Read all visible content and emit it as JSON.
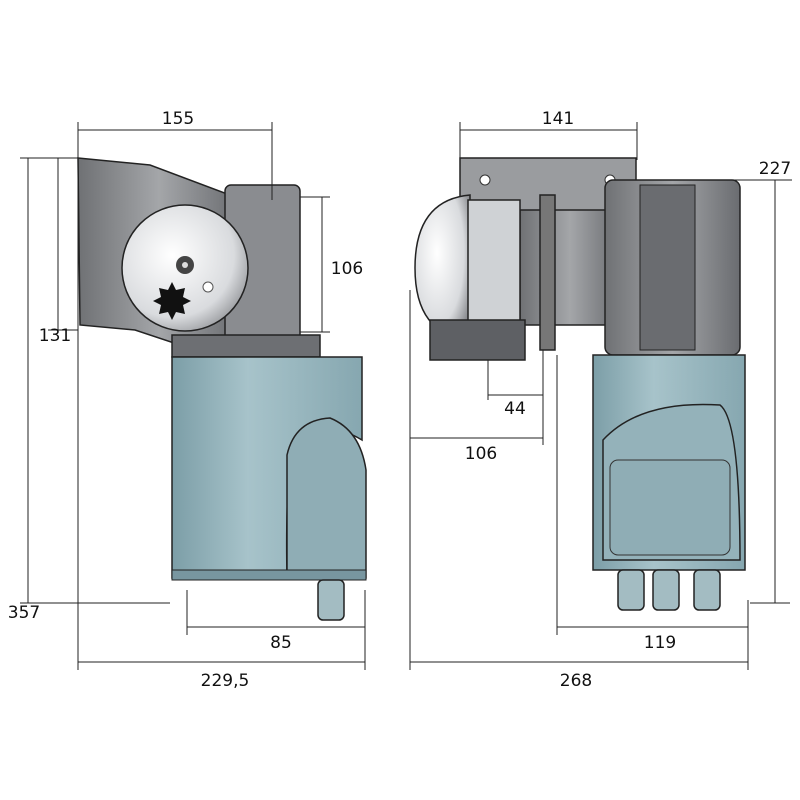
{
  "title": "Windlass dimension drawing",
  "colors": {
    "motor": "#93b2ba",
    "metal": "#8e9093",
    "drum": "#e6e8ea",
    "line": "#222222"
  },
  "dimensions": {
    "side_top_width": "155",
    "front_top_width": "141",
    "front_height": "227",
    "side_gearbox_height": "106",
    "side_bracket_height": "131",
    "side_total_height": "357",
    "side_motor_offset": "85",
    "side_total_width": "229,5",
    "front_drum_offset": "44",
    "front_drum_width": "106",
    "front_motor_width": "119",
    "front_total_width": "268"
  }
}
